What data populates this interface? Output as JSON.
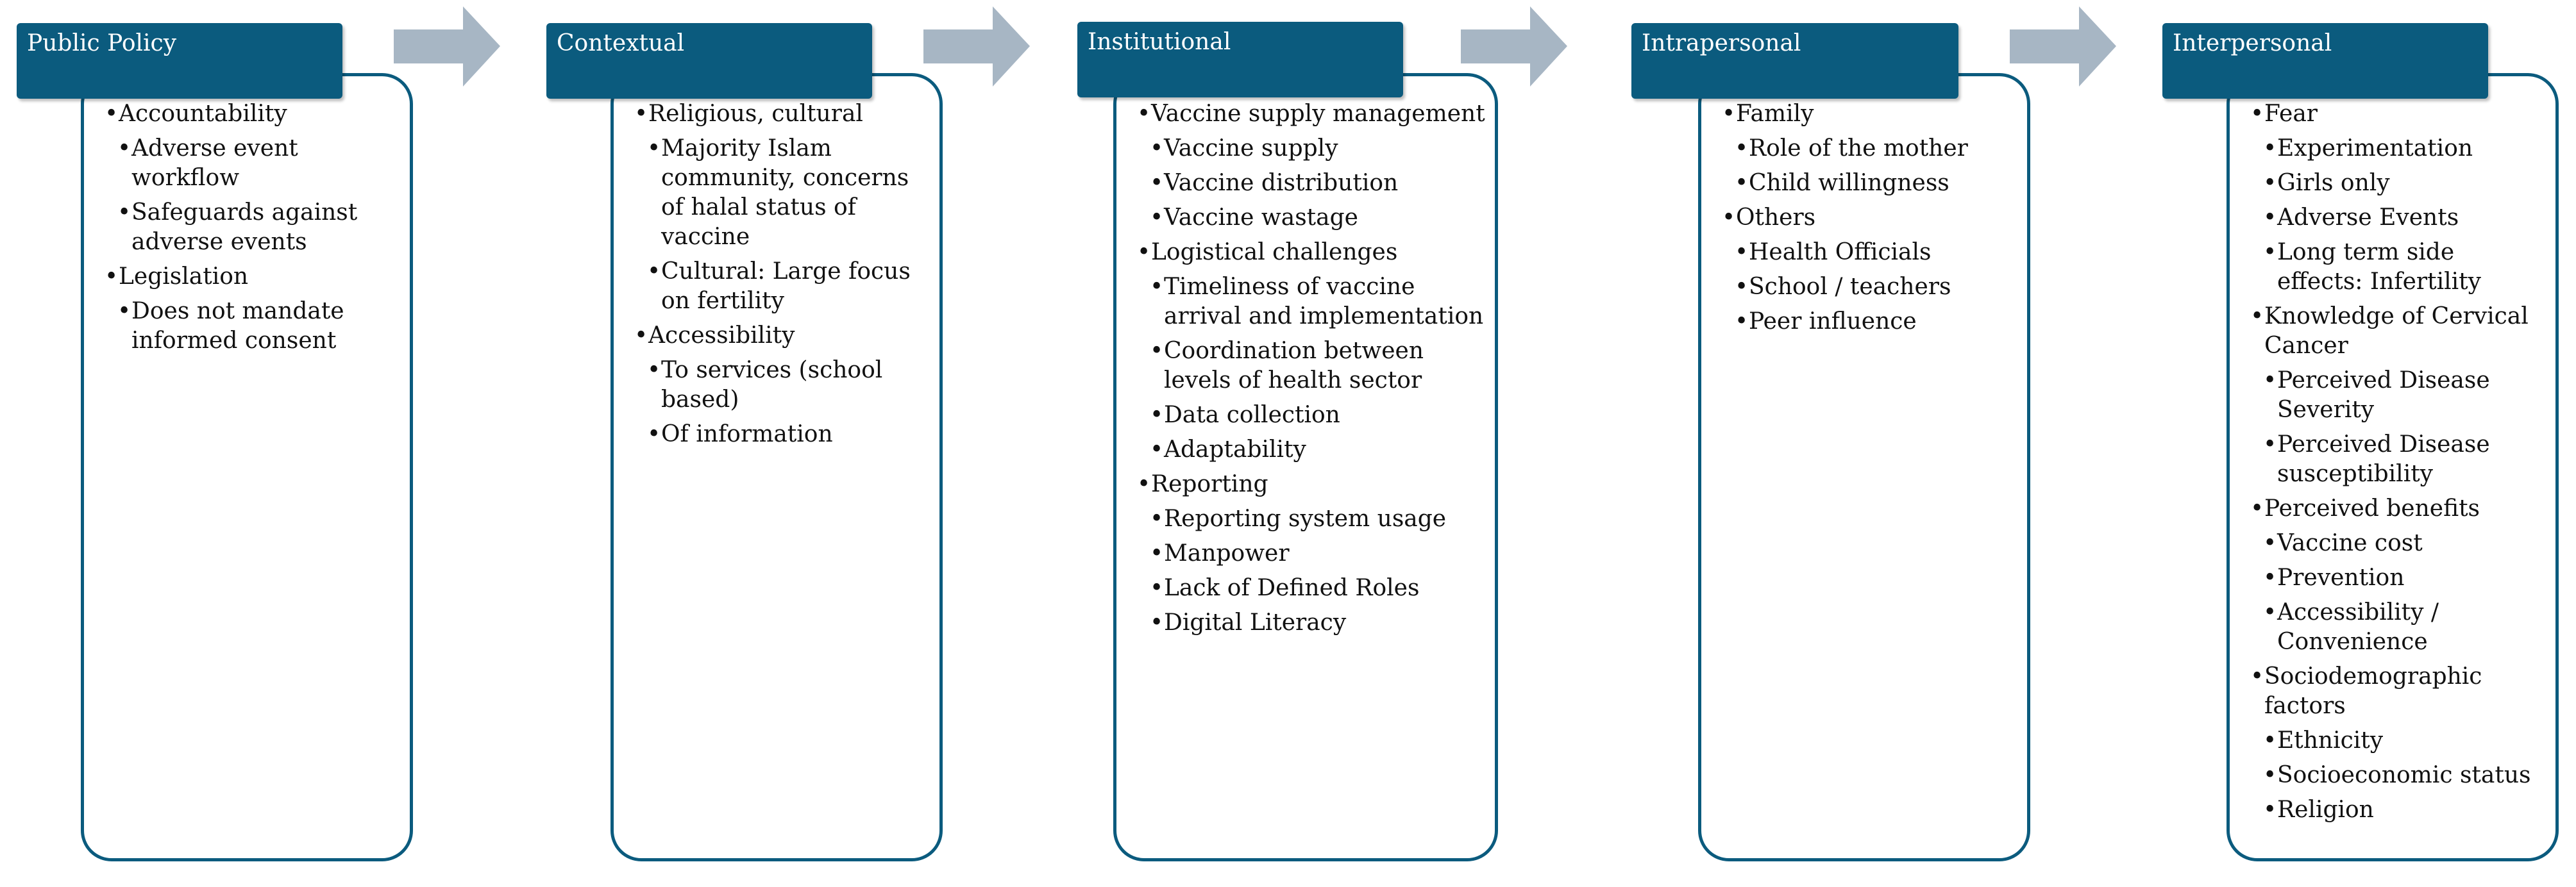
{
  "colors": {
    "header_fill": "#0b5b7e",
    "card_border": "#0b5b7e",
    "header_text": "#ffffff",
    "arrow_fill": "#a7b6c4",
    "body_text": "#111111"
  },
  "stages": [
    {
      "title": "Public Policy",
      "items": [
        {
          "text": "Accountability",
          "level": 1
        },
        {
          "text": "Adverse event workflow",
          "level": 2
        },
        {
          "text": "Safeguards against adverse events",
          "level": 2
        },
        {
          "text": "Legislation",
          "level": 1
        },
        {
          "text": "Does not mandate informed consent",
          "level": 2
        }
      ]
    },
    {
      "title": "Contextual",
      "items": [
        {
          "text": "Religious, cultural",
          "level": 1
        },
        {
          "text": "Majority Islam community, concerns of halal status of vaccine",
          "level": 2
        },
        {
          "text": "Cultural: Large focus on fertility",
          "level": 2
        },
        {
          "text": "Accessibility",
          "level": 1
        },
        {
          "text": "To services (school based)",
          "level": 2
        },
        {
          "text": "Of information",
          "level": 2
        }
      ]
    },
    {
      "title": "Institutional",
      "items": [
        {
          "text": "Vaccine supply management",
          "level": 1
        },
        {
          "text": "Vaccine supply",
          "level": 2
        },
        {
          "text": "Vaccine distribution",
          "level": 2
        },
        {
          "text": "Vaccine wastage",
          "level": 2
        },
        {
          "text": "Logistical challenges",
          "level": 1
        },
        {
          "text": "Timeliness of vaccine arrival and implementation",
          "level": 2
        },
        {
          "text": "Coordination between levels of health sector",
          "level": 2
        },
        {
          "text": "Data collection",
          "level": 2
        },
        {
          "text": "Adaptability",
          "level": 2
        },
        {
          "text": "Reporting",
          "level": 1
        },
        {
          "text": "Reporting system usage",
          "level": 2
        },
        {
          "text": "Manpower",
          "level": 2
        },
        {
          "text": "Lack of Defined Roles",
          "level": 2
        },
        {
          "text": "Digital Literacy",
          "level": 2
        }
      ]
    },
    {
      "title": "Intrapersonal",
      "items": [
        {
          "text": "Family",
          "level": 1
        },
        {
          "text": "Role of the mother",
          "level": 2
        },
        {
          "text": "Child willingness",
          "level": 2
        },
        {
          "text": "Others",
          "level": 1
        },
        {
          "text": "Health Officials",
          "level": 2
        },
        {
          "text": "School / teachers",
          "level": 2
        },
        {
          "text": "Peer influence",
          "level": 2
        }
      ]
    },
    {
      "title": "Interpersonal",
      "items": [
        {
          "text": "Fear",
          "level": 1
        },
        {
          "text": "Experimentation",
          "level": 2
        },
        {
          "text": "Girls only",
          "level": 2
        },
        {
          "text": "Adverse Events",
          "level": 2
        },
        {
          "text": "Long term side effects: Infertility",
          "level": 2
        },
        {
          "text": "Knowledge of Cervical Cancer",
          "level": 1
        },
        {
          "text": "Perceived Disease Severity",
          "level": 2
        },
        {
          "text": "Perceived Disease susceptibility",
          "level": 2
        },
        {
          "text": "Perceived benefits",
          "level": 1
        },
        {
          "text": "Vaccine cost",
          "level": 2
        },
        {
          "text": "Prevention",
          "level": 2
        },
        {
          "text": "Accessibility / Convenience",
          "level": 2
        },
        {
          "text": "Sociodemographic factors",
          "level": 1
        },
        {
          "text": "Ethnicity",
          "level": 2
        },
        {
          "text": "Socioeconomic status",
          "level": 2
        },
        {
          "text": "Religion",
          "level": 2
        }
      ]
    }
  ]
}
